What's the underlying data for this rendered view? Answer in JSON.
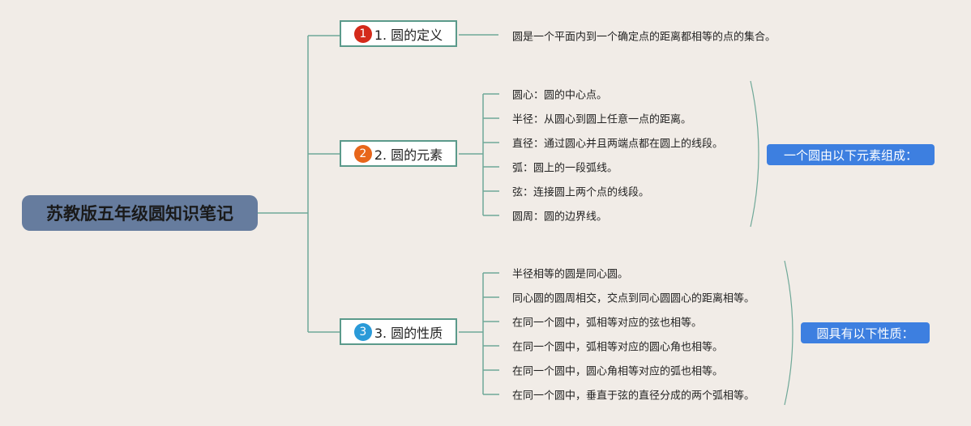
{
  "root": {
    "title": "苏教版五年级圆知识笔记"
  },
  "branches": [
    {
      "num": "1",
      "label": "1. 圆的定义",
      "color": "#d42a1a",
      "items": [
        "圆是一个平面内到一个确定点的距离都相等的点的集合。"
      ]
    },
    {
      "num": "2",
      "label": "2. 圆的元素",
      "color": "#e8661a",
      "items": [
        "圆心：圆的中心点。",
        "半径：从圆心到圆上任意一点的距离。",
        "直径：通过圆心并且两端点都在圆上的线段。",
        "弧：圆上的一段弧线。",
        "弦：连接圆上两个点的线段。",
        "圆周：圆的边界线。"
      ],
      "summary": "一个圆由以下元素组成："
    },
    {
      "num": "3",
      "label": "3. 圆的性质",
      "color": "#2a9ad8",
      "items": [
        "半径相等的圆是同心圆。",
        "同心圆的圆周相交，交点到同心圆圆心的距离相等。",
        "在同一个圆中，弧相等对应的弦也相等。",
        "在同一个圆中，弧相等对应的圆心角也相等。",
        "在同一个圆中，圆心角相等对应的弧也相等。",
        "在同一个圆中，垂直于弦的直径分成的两个弧相等。"
      ],
      "summary": "圆具有以下性质："
    }
  ]
}
